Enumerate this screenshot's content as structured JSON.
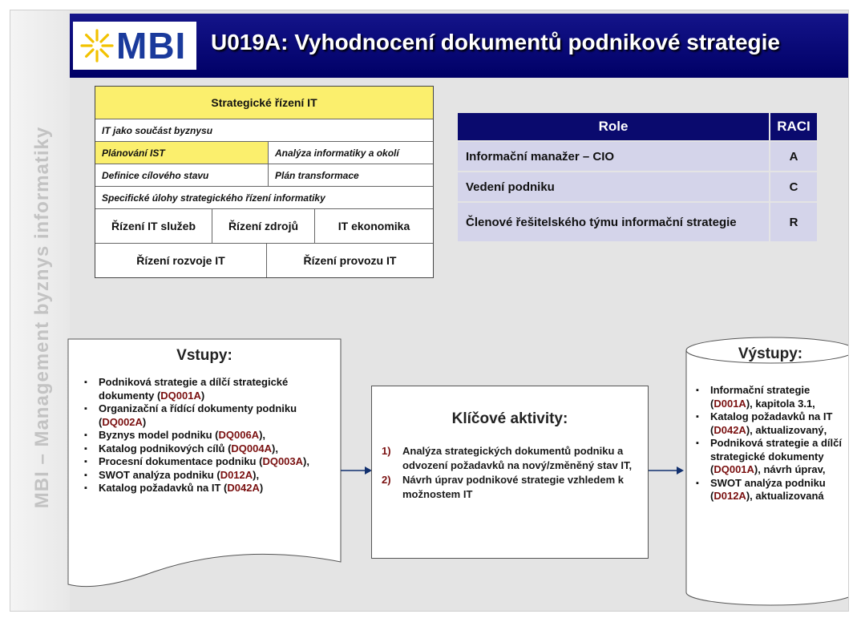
{
  "side_label": "MBI – Management byznys informatiky",
  "header": {
    "logo_text": "MBI",
    "title": "U019A: Vyhodnocení dokumentů podnikové strategie",
    "colors": {
      "banner": "#000066",
      "logo_text": "#1a3a9c",
      "logo_star": "#f2c200"
    }
  },
  "strategy_table": {
    "header": "Strategické řízení IT",
    "row1": "IT jako součást byznysu",
    "row2_left": "Plánování IST",
    "row2_right": "Analýza informatiky a okolí",
    "row3_left": "Definice cílového stavu",
    "row3_right": "Plán transformace",
    "row4": "Specifické úlohy strategického řízení informatiky",
    "row5": [
      "Řízení IT služeb",
      "Řízení  zdrojů",
      "IT ekonomika"
    ],
    "row6": [
      "Řízení rozvoje IT",
      "Řízení provozu IT"
    ],
    "colors": {
      "highlight": "#fbef6d"
    }
  },
  "raci": {
    "headers": [
      "Role",
      "RACI"
    ],
    "rows": [
      {
        "role": "Informační manažer – CIO",
        "value": "A"
      },
      {
        "role": "Vedení podniku",
        "value": "C"
      },
      {
        "role": "Členové řešitelského týmu informační strategie",
        "value": "R"
      }
    ],
    "colors": {
      "header_bg": "#0a0a6e",
      "cell_bg": "#d4d4ea"
    }
  },
  "inputs": {
    "title": "Vstupy:",
    "items": [
      {
        "text": "Podniková strategie a dílčí strategické dokumenty (",
        "code": "DQ001A",
        "suffix": ")"
      },
      {
        "text": "Organizační a řídící dokumenty podniku (",
        "code": "DQ002A",
        "suffix": ")"
      },
      {
        "text": "Byznys model podniku (",
        "code": "DQ006A",
        "suffix": "),"
      },
      {
        "text": "Katalog podnikových cílů (",
        "code": "DQ004A",
        "suffix": "),"
      },
      {
        "text": "Procesní dokumentace podniku (",
        "code": "DQ003A",
        "suffix": "),"
      },
      {
        "text": "SWOT analýza podniku (",
        "code": "D012A",
        "suffix": "),"
      },
      {
        "text": "Katalog požadavků na IT (",
        "code": "D042A",
        "suffix": ")"
      }
    ]
  },
  "activities": {
    "title": "Klíčové aktivity:",
    "items": [
      {
        "num": "1)",
        "text": "Analýza strategických dokumentů podniku a odvození požadavků na nový/změněný stav IT,"
      },
      {
        "num": "2)",
        "text": "Návrh úprav podnikové strategie vzhledem k možnostem IT"
      }
    ]
  },
  "outputs": {
    "title": "Výstupy:",
    "items": [
      {
        "text": "Informační strategie (",
        "code": "D001A",
        "suffix": "), kapitola 3.1,"
      },
      {
        "text": "Katalog požadavků na IT (",
        "code": "D042A",
        "suffix": "), aktualizovaný,"
      },
      {
        "text": "Podniková strategie a dílčí strategické dokumenty (",
        "code": "DQ001A",
        "suffix": "), návrh úprav,"
      },
      {
        "text": "SWOT analýza podniku (",
        "code": "D012A",
        "suffix": "), aktualizovaná"
      }
    ]
  }
}
